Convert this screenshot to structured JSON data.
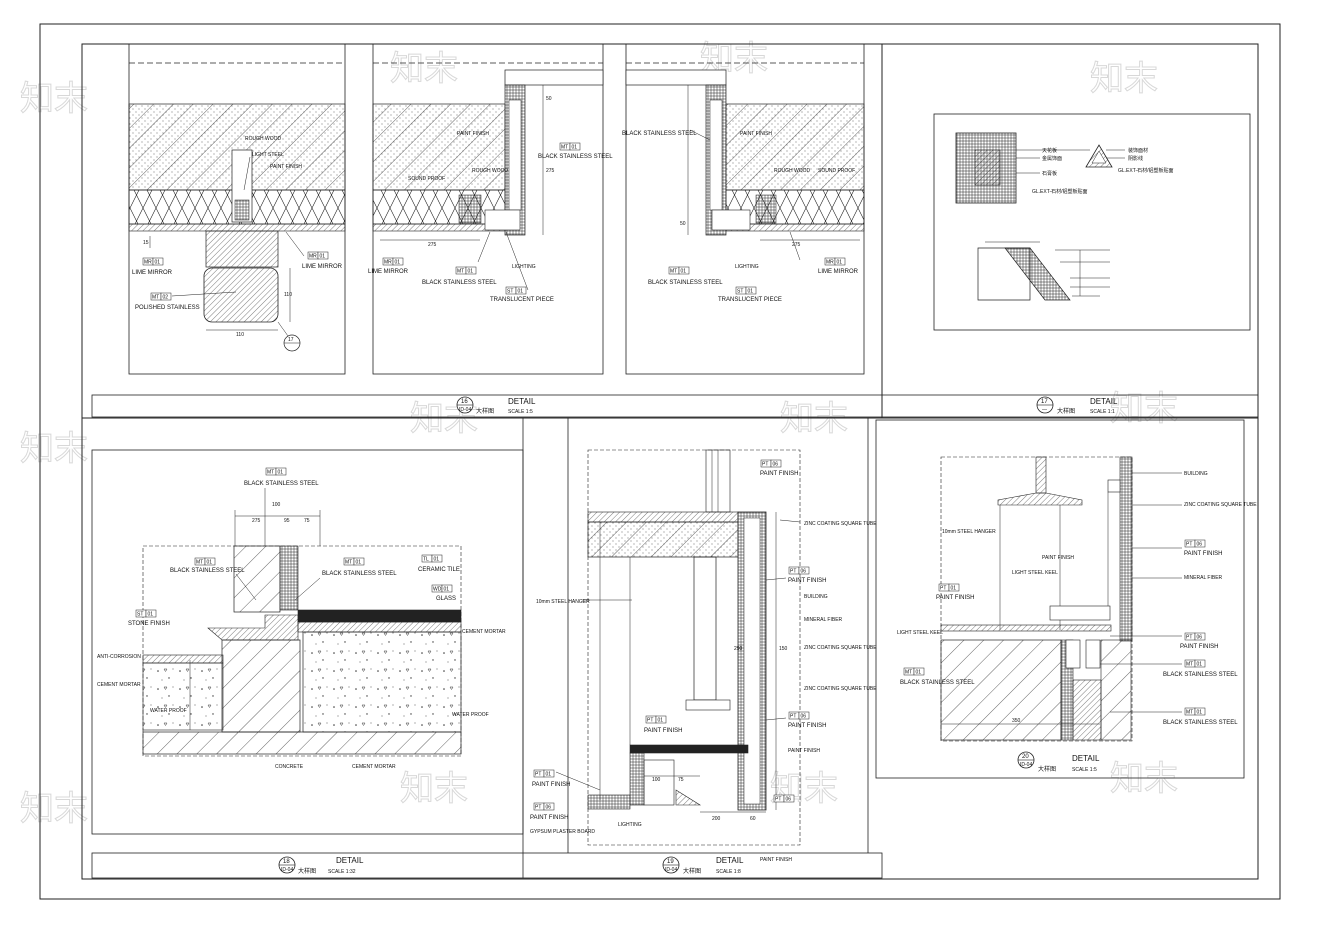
{
  "watermark": "知末",
  "panels": {
    "p16": {
      "number": "16",
      "sheet": "ID-04",
      "title": "DETAIL",
      "subtitle": "大样图",
      "scale": "SCALE 1:5",
      "left": {
        "labels": [
          "LIME MIRROR",
          "POLISHED STAINLESS",
          "LIME MIRROR",
          "LIGHT STEEL",
          "PAINT FINISH",
          "ROUGH WOOD"
        ],
        "tags": [
          "MR",
          "MT",
          "MR"
        ],
        "tag_nums": [
          "01",
          "02",
          "01"
        ],
        "dims": [
          "15",
          "110",
          "110"
        ],
        "section_mark": "17"
      },
      "middle": {
        "labels": [
          "LIME MIRROR",
          "BLACK STAINLESS STEEL",
          "TRANSLUCENT PIECE",
          "BLACK STAINLESS STEEL",
          "LIGHTING",
          "PAINT FINISH",
          "ROUGH WOOD",
          "SOUND PROOF"
        ],
        "tags": [
          "MR",
          "MT",
          "ST",
          "MT"
        ],
        "tag_nums": [
          "01",
          "01",
          "01",
          "01"
        ],
        "dims": [
          "275",
          "50",
          "275"
        ]
      },
      "right": {
        "labels": [
          "BLACK STAINLESS STEEL",
          "LIME MIRROR",
          "TRANSLUCENT PIECE",
          "BLACK STAINLESS STEEL",
          "LIGHTING",
          "PAINT FINISH",
          "ROUGH WOOD",
          "SOUND PROOF"
        ],
        "tags": [
          "MT",
          "MR",
          "ST"
        ],
        "tag_nums": [
          "01",
          "01",
          "01"
        ],
        "dims": [
          "275",
          "50"
        ]
      }
    },
    "p17": {
      "number": "17",
      "sheet": "—",
      "title": "DETAIL",
      "subtitle": "大样图",
      "scale": "SCALE 1:1",
      "labels": [
        "天花板",
        "金属饰面",
        "石膏板",
        "GL.EXT-石材/铝塑板贴面",
        "装饰面材",
        "阴影线",
        "GL.EXT-石材/铝塑板贴面"
      ]
    },
    "p18": {
      "number": "18",
      "sheet": "ID-04",
      "title": "DETAIL",
      "subtitle": "大样图",
      "scale": "SCALE 1:32",
      "labels": [
        "BLACK STAINLESS STEEL",
        "BLACK STAINLESS STEEL",
        "BLACK STAINLESS STEEL",
        "CERAMIC TILE",
        "GLASS",
        "STONE FINISH",
        "ANTI-CORROSION",
        "CEMENT MORTAR",
        "WATER PROOF",
        "CONCRETE",
        "CEMENT MORTAR",
        "WATER PROOF",
        "CEMENT MORTAR"
      ],
      "tags": [
        "MT",
        "MT",
        "MT",
        "TL",
        "WD",
        "ST"
      ],
      "tag_nums": [
        "01",
        "01",
        "01",
        "01",
        "01",
        "01"
      ],
      "dims": [
        "100",
        "275",
        "95",
        "75"
      ]
    },
    "p19": {
      "number": "19",
      "sheet": "ID-04",
      "title": "DETAIL",
      "subtitle": "大样图",
      "scale": "SCALE 1:8",
      "labels": [
        "PAINT FINISH",
        "ZINC COATING SQUARE TUBE",
        "PAINT FINISH",
        "BUILDING",
        "MINERAL FIBER",
        "ZINC COATING SQUARE TUBE",
        "ZINC COATING SQUARE TUBE",
        "PAINT FINISH",
        "PAINT FINISH",
        "PAINT FINISH",
        "PAINT FINISH",
        "PAINT FINISH",
        "GYPSUM PLASTER BOARD",
        "10mm STEEL HANGER",
        "LIGHTING"
      ],
      "tags": [
        "PT",
        "PT",
        "PT",
        "PT",
        "PT",
        "PT",
        "PT"
      ],
      "tag_nums": [
        "06",
        "06",
        "06",
        "01",
        "01",
        "06",
        "06"
      ],
      "dims": [
        "100",
        "75",
        "200",
        "60",
        "290",
        "150"
      ]
    },
    "p20": {
      "number": "20",
      "sheet": "ID-04",
      "title": "DETAIL",
      "subtitle": "大样图",
      "scale": "SCALE 1:5",
      "labels": [
        "BUILDING",
        "ZINC COATING SQUARE TUBE",
        "PAINT FINISH",
        "MINERAL FIBER",
        "10mm STEEL HANGER",
        "LIGHT STEEL KEEL",
        "PAINT FINISH",
        "PAINT FINISH",
        "LIGHT STEEL KEEL",
        "BLACK STAINLESS STEEL",
        "PAINT FINISH",
        "BLACK STAINLESS STEEL",
        "BLACK STAINLESS STEEL"
      ],
      "tags": [
        "PT",
        "PT",
        "MT",
        "PT",
        "MT",
        "MT"
      ],
      "tag_nums": [
        "06",
        "01",
        "01",
        "06",
        "01",
        "01"
      ],
      "dims": [
        "350"
      ]
    }
  }
}
